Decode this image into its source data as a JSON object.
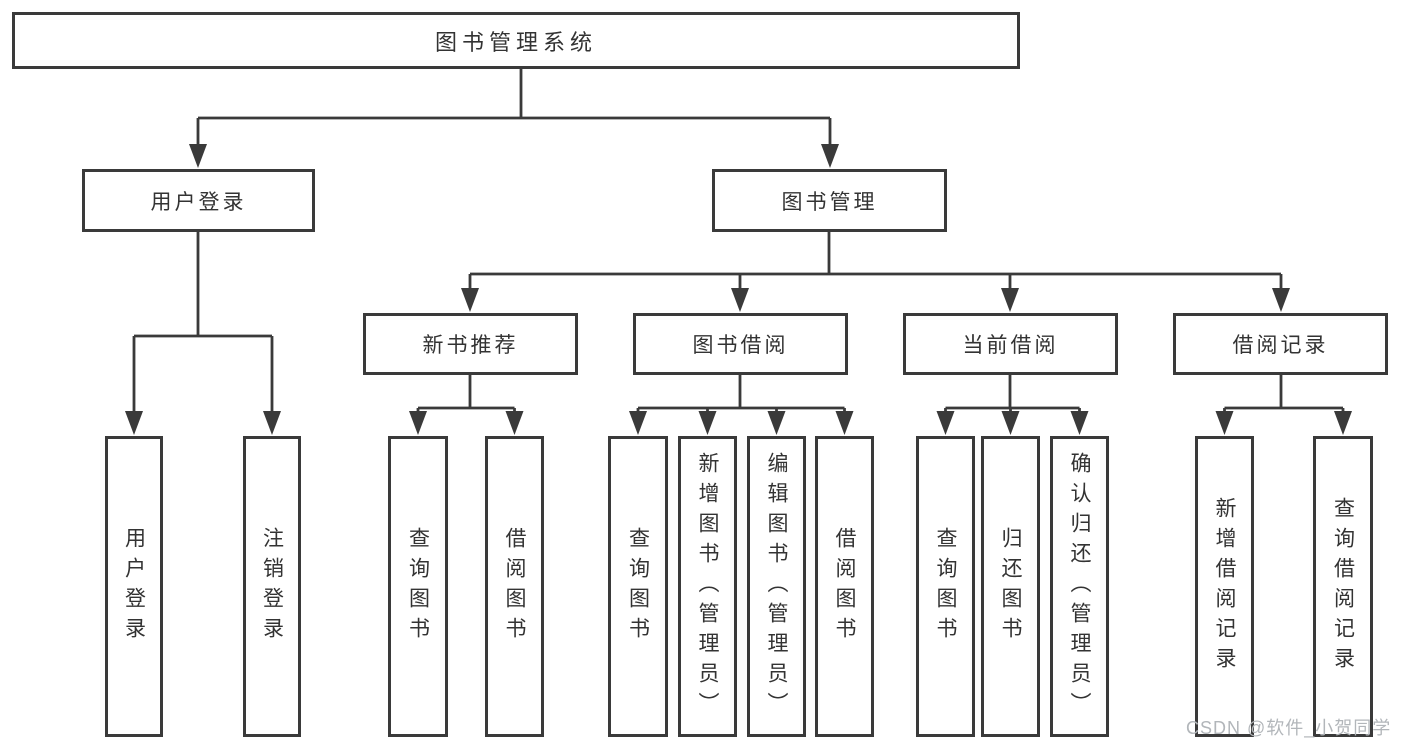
{
  "nodes": {
    "root": {
      "label": "图书管理系统"
    },
    "user_login": {
      "label": "用户登录"
    },
    "book_management": {
      "label": "图书管理"
    },
    "new_book_recommend": {
      "label": "新书推荐"
    },
    "book_borrow": {
      "label": "图书借阅"
    },
    "current_borrow": {
      "label": "当前借阅"
    },
    "borrow_records": {
      "label": "借阅记录"
    },
    "leaf_user_login": {
      "label": "用户登录"
    },
    "leaf_logout": {
      "label": "注销登录"
    },
    "leaf_recommend_query_books": {
      "label": "查询图书"
    },
    "leaf_recommend_borrow_books": {
      "label": "借阅图书"
    },
    "leaf_borrow_query_books": {
      "label": "查询图书"
    },
    "leaf_borrow_add_books": {
      "label": "新增图书（管理员）"
    },
    "leaf_borrow_edit_books": {
      "label": "编辑图书（管理员）"
    },
    "leaf_borrow_borrow_books": {
      "label": "借阅图书"
    },
    "leaf_current_query_books": {
      "label": "查询图书"
    },
    "leaf_current_return_books": {
      "label": "归还图书"
    },
    "leaf_current_confirm_return": {
      "label": "确认归还（管理员）"
    },
    "leaf_records_add_record": {
      "label": "新增借阅记录"
    },
    "leaf_records_query_record": {
      "label": "查询借阅记录"
    }
  },
  "watermark": {
    "text": "CSDN @软件_小贺同学"
  },
  "colors": {
    "line": "#3a3a3a",
    "text": "#333333",
    "watermark": "#b2b6ba",
    "background": "#ffffff"
  }
}
